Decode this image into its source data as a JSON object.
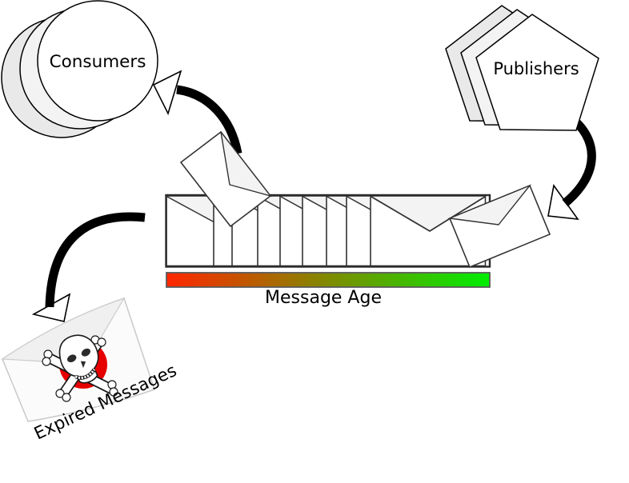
{
  "diagram": {
    "nodes": {
      "consumers": {
        "label": "Consumers"
      },
      "publishers": {
        "label": "Publishers"
      },
      "expired": {
        "label": "Expired Messages"
      }
    },
    "queue": {
      "age_axis_label": "Message Age",
      "age_gradient": {
        "oldest_color": "#ff2600",
        "newest_color": "#00ee00"
      }
    },
    "colors": {
      "arrow": "#000000",
      "shape_front_fill": "#ffffff",
      "shape_mid_fill": "#f3f3f3",
      "shape_back_fill": "#e9e9e9",
      "envelope_flap_fill": "#f3f3f3",
      "outline": "#333333",
      "skull_badge": "#e60000"
    }
  }
}
